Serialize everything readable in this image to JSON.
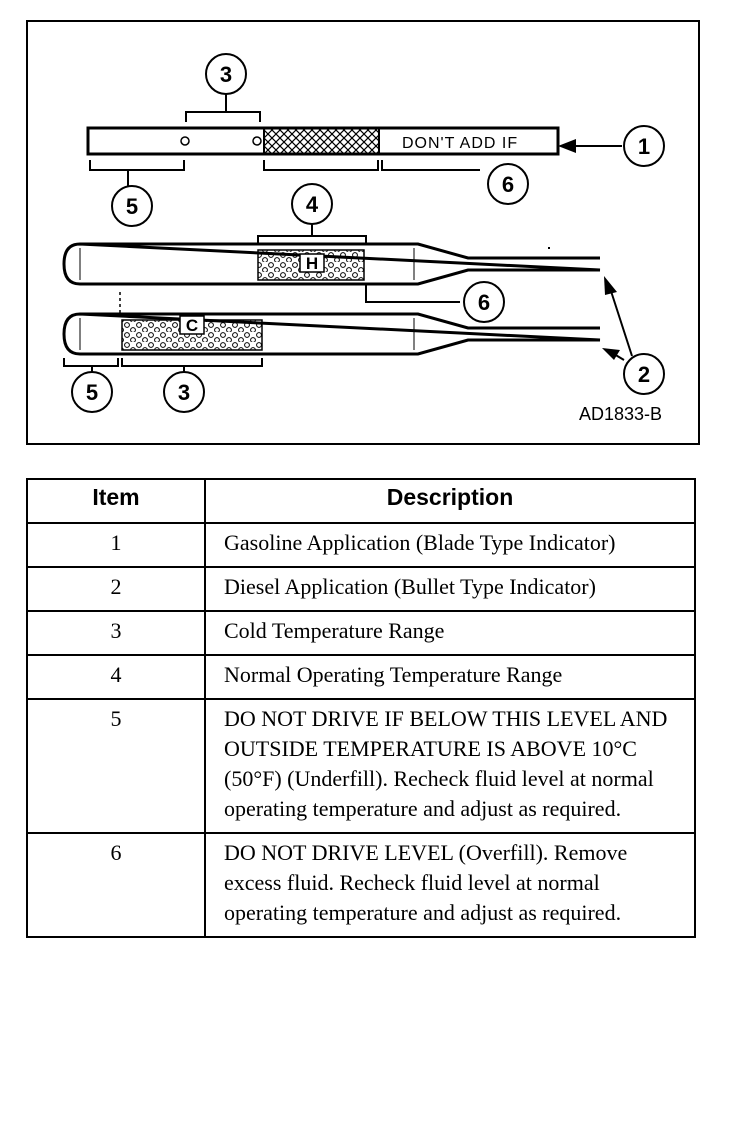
{
  "figure": {
    "reference_code": "AD1833-B",
    "blade_label": "DON'T ADD IF",
    "zone_hot": "H",
    "zone_cold": "C",
    "callouts": {
      "blade_cold_range": "3",
      "blade_gasoline": "1",
      "blade_underfill": "5",
      "blade_overfill": "6",
      "bullet_normal_range": "4",
      "bullet_overfill": "6",
      "bullet_diesel": "2",
      "bullet_underfill": "5",
      "bullet_cold_range": "3"
    }
  },
  "table": {
    "header_item": "Item",
    "header_description": "Description",
    "rows": [
      {
        "item": "1",
        "description": "Gasoline Application (Blade Type Indicator)"
      },
      {
        "item": "2",
        "description": "Diesel Application (Bullet Type Indicator)"
      },
      {
        "item": "3",
        "description": "Cold Temperature Range"
      },
      {
        "item": "4",
        "description": "Normal Operating Temperature Range"
      },
      {
        "item": "5",
        "description": "DO NOT DRIVE IF BELOW THIS LEVEL AND OUTSIDE TEMPERATURE IS ABOVE 10°C (50°F) (Underfill). Recheck fluid level at normal operating temperature and adjust as required."
      },
      {
        "item": "6",
        "description": "DO NOT DRIVE LEVEL (Overfill). Remove excess fluid. Recheck fluid level at normal operating temperature and adjust as required."
      }
    ]
  }
}
